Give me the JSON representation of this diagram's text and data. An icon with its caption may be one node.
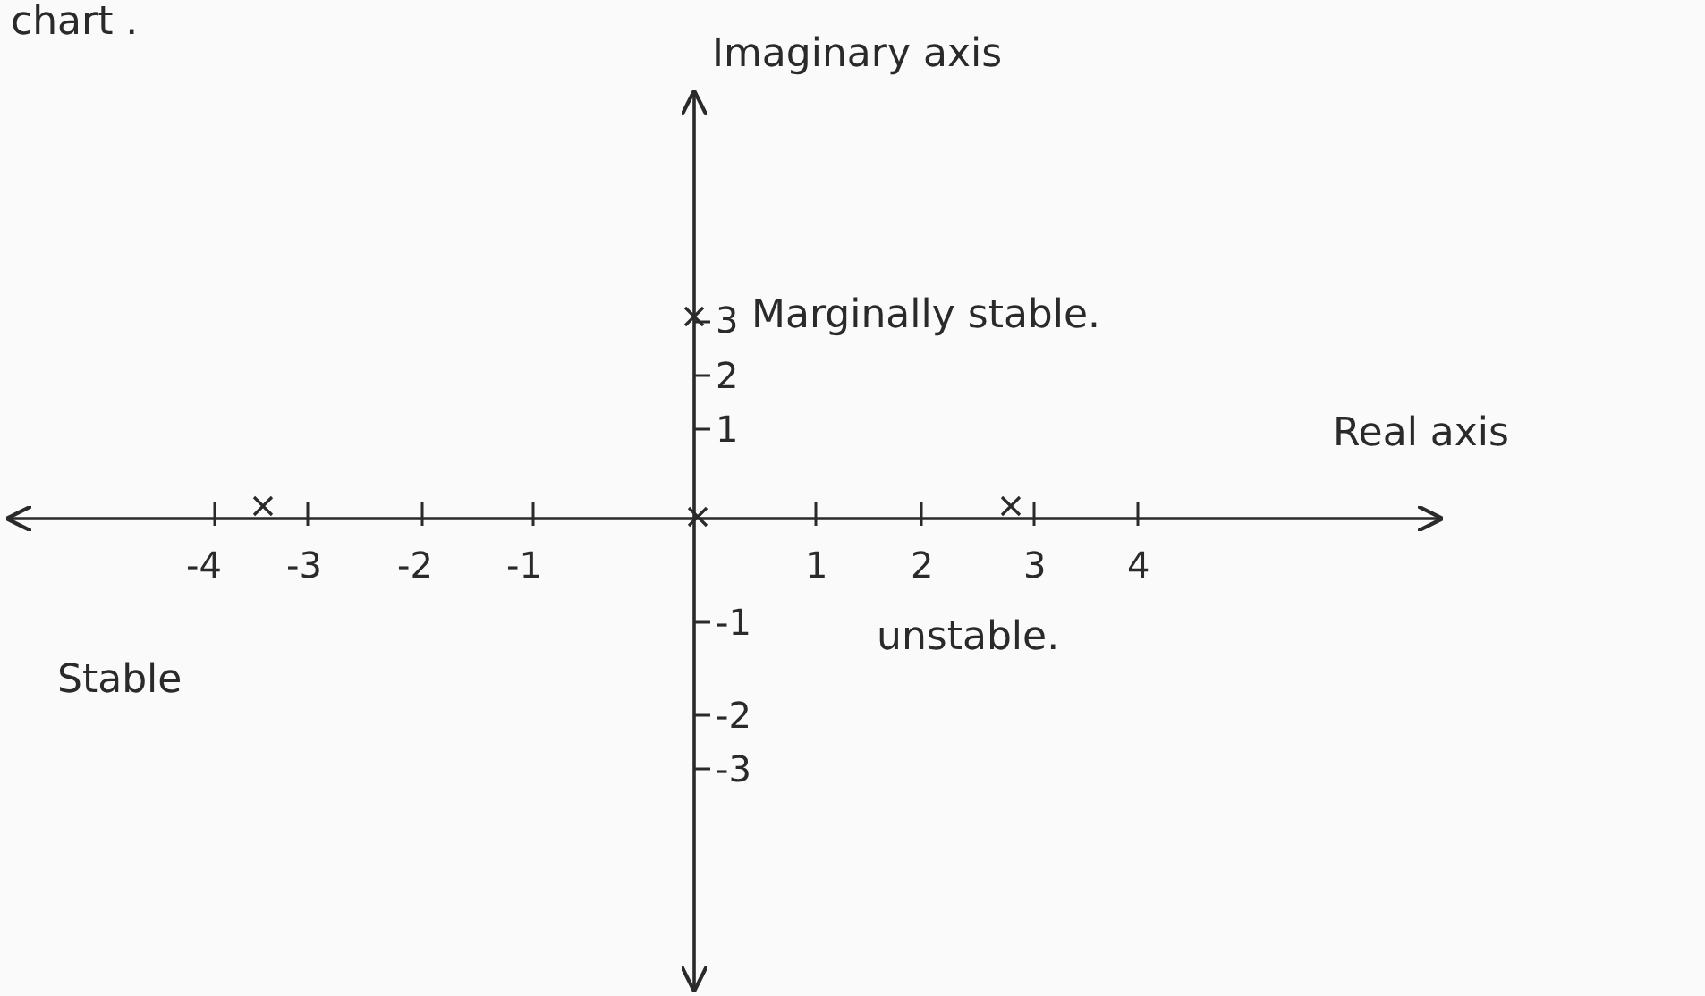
{
  "diagram": {
    "labels": [
      "chart .",
      "Imaginary axis",
      "3",
      "Marginally stable.",
      "2",
      "1",
      "Real axis",
      "-4",
      "-3",
      "-2",
      "-1",
      "1",
      "2",
      "3",
      "4",
      "-1",
      "Stable",
      "unstable.",
      "-2",
      "-3"
    ]
  }
}
